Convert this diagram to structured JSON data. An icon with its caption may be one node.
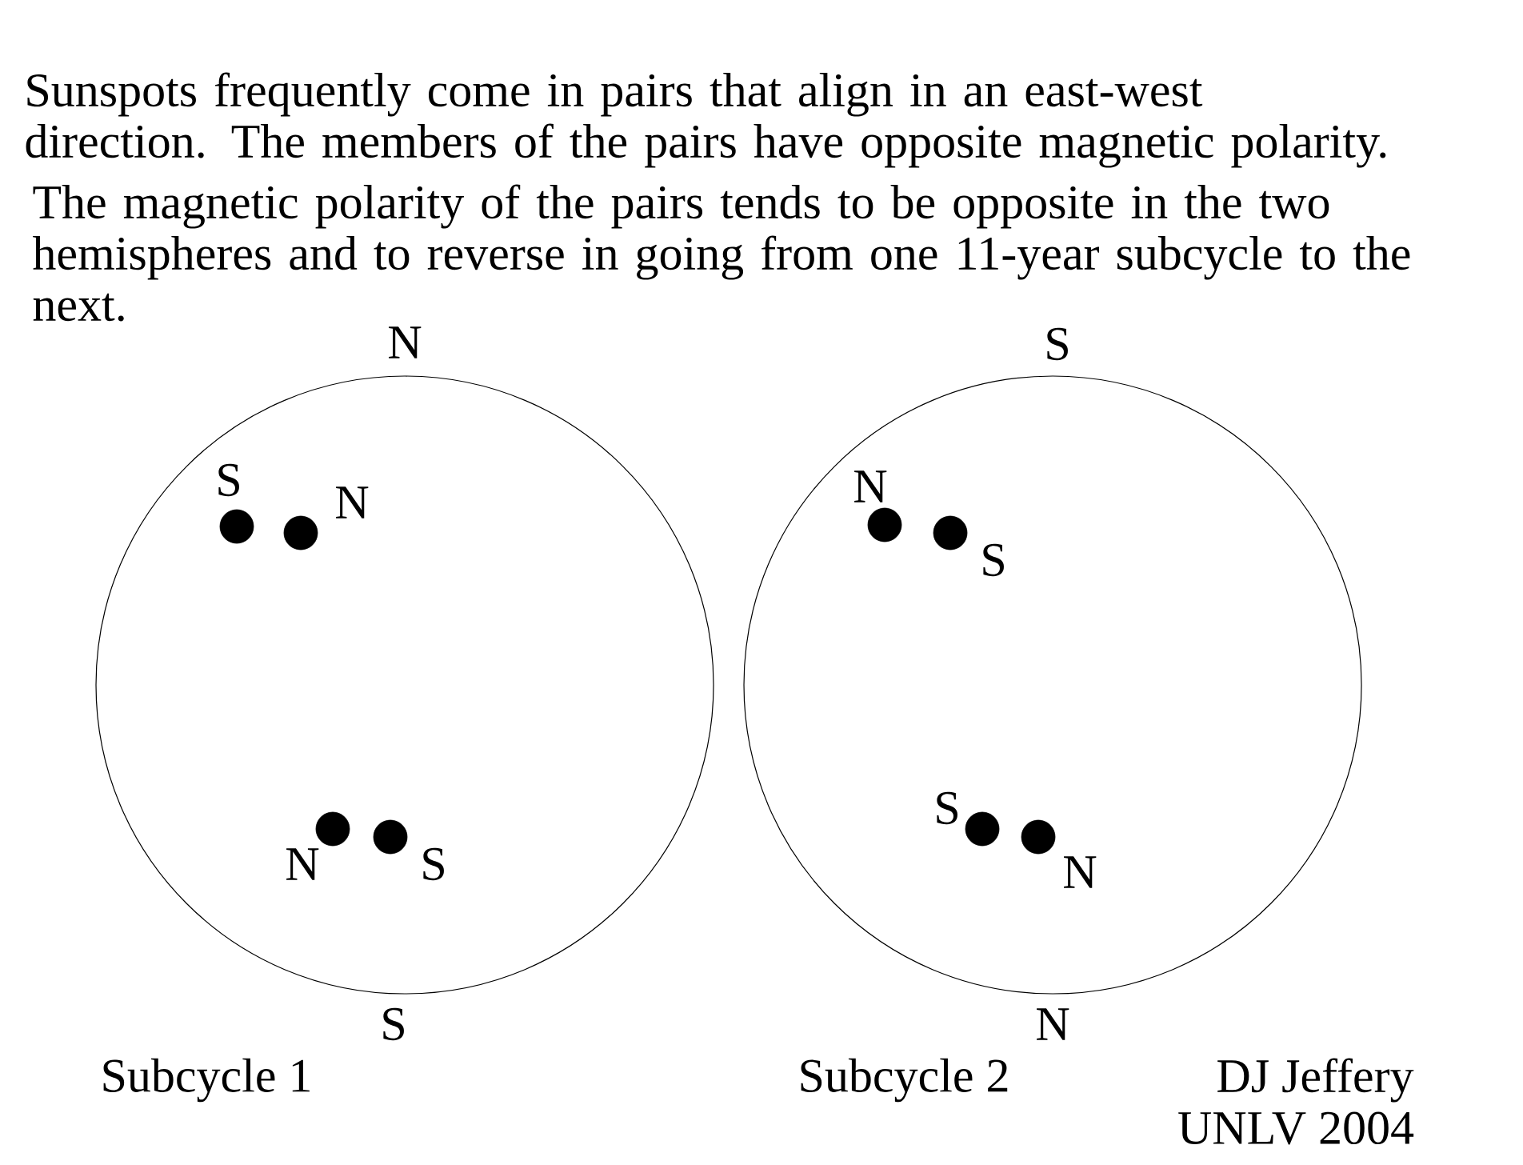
{
  "diagram": {
    "nodes": [
      {
        "text": [],
        "shape": "circle",
        "beside": [
          "Subcycle 1"
        ]
      },
      {
        "text": [],
        "shape": "circle",
        "in": 0,
        "beside": [
          "S"
        ]
      },
      {
        "text": [],
        "shape": "circle",
        "in": 0,
        "beside": [
          "N"
        ]
      },
      {
        "text": [],
        "shape": "circle",
        "in": 0,
        "beside": [
          "N"
        ]
      },
      {
        "text": [],
        "shape": "circle",
        "in": 0,
        "beside": [
          "S"
        ]
      },
      {
        "text": [],
        "shape": "circle",
        "beside": [
          "Subcycle 2"
        ]
      },
      {
        "text": [],
        "shape": "circle",
        "in": 5,
        "beside": [
          "N"
        ]
      },
      {
        "text": [],
        "shape": "circle",
        "in": 5,
        "beside": [
          "S"
        ]
      },
      {
        "text": [],
        "shape": "circle",
        "in": 5,
        "beside": [
          "S"
        ]
      },
      {
        "text": [],
        "shape": "circle",
        "in": 5,
        "beside": [
          "N"
        ]
      }
    ],
    "edges": [],
    "labels": [
      "Sunspots frequently come in pairs that align in an east-west direction. The members of the pairs have opposite magnetic polarity.",
      "The magnetic polarity of the pairs tends to be opposite in the two hemispheres and to reverse in going from one 11-year subcycle to the next.",
      "N",
      "S",
      "S",
      "N",
      "DJ Jeffery",
      "UNLV 2004"
    ]
  }
}
